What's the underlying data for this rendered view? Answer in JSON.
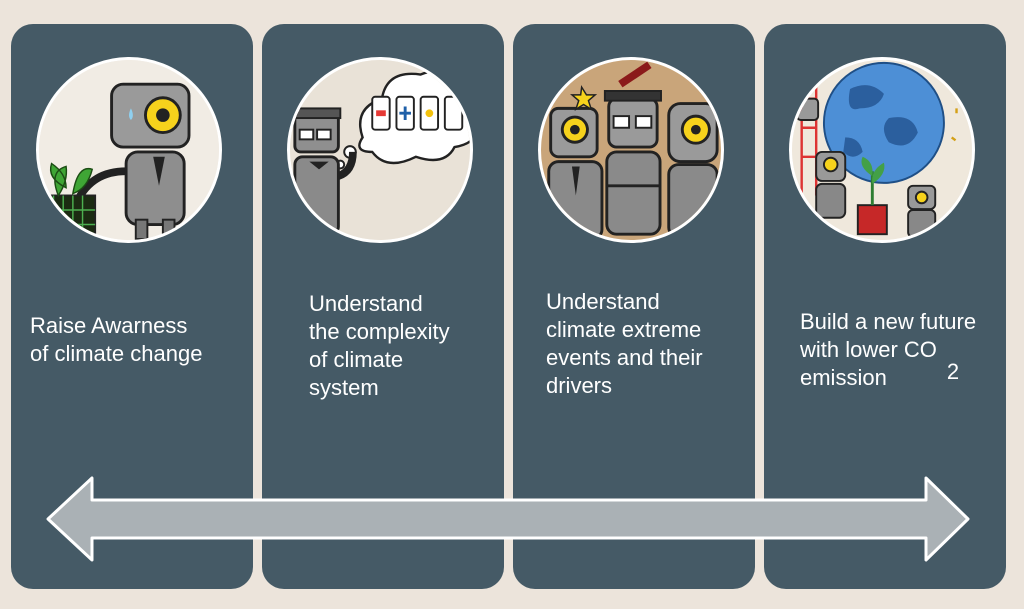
{
  "steps": [
    {
      "lines": [
        "Raise Awarness",
        "of climate change"
      ]
    },
    {
      "lines": [
        "Understand",
        "the complexity",
        "of climate",
        "system"
      ]
    },
    {
      "lines": [
        "Understand",
        "climate extreme",
        "events and their",
        "drivers"
      ]
    },
    {
      "lines": [
        "Build a new future",
        "with lower CO",
        "emission"
      ],
      "subscript": "2"
    }
  ],
  "colors": {
    "card": "#455a66",
    "background": "#ece4db",
    "arrow": "#aab1b5",
    "text": "#ffffff"
  }
}
